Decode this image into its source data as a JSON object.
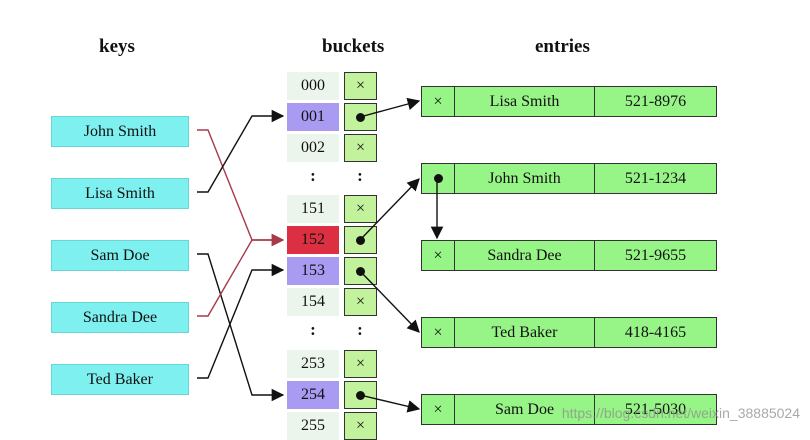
{
  "headings": {
    "keys": "keys",
    "buckets": "buckets",
    "entries": "entries"
  },
  "keys": [
    "John Smith",
    "Lisa Smith",
    "Sam Doe",
    "Sandra Dee",
    "Ted Baker"
  ],
  "buckets": {
    "group1": [
      {
        "index": "000",
        "slot": "×"
      },
      {
        "index": "001",
        "slot": "●"
      },
      {
        "index": "002",
        "slot": "×"
      }
    ],
    "group2": [
      {
        "index": "151",
        "slot": "×"
      },
      {
        "index": "152",
        "slot": "●"
      },
      {
        "index": "153",
        "slot": "●"
      },
      {
        "index": "154",
        "slot": "×"
      }
    ],
    "group3": [
      {
        "index": "253",
        "slot": "×"
      },
      {
        "index": "254",
        "slot": "●"
      },
      {
        "index": "255",
        "slot": "×"
      }
    ],
    "ellipsis": ":",
    "highlight_colors": {
      "purple": "#a99af2",
      "red": "#dc3042"
    }
  },
  "entries": [
    {
      "ptr": "×",
      "name": "Lisa Smith",
      "number": "521-8976"
    },
    {
      "ptr": "●",
      "name": "John Smith",
      "number": "521-1234"
    },
    {
      "ptr": "×",
      "name": "Sandra Dee",
      "number": "521-9655"
    },
    {
      "ptr": "×",
      "name": "Ted Baker",
      "number": "418-4165"
    },
    {
      "ptr": "×",
      "name": "Sam Doe",
      "number": "521-5030"
    }
  ],
  "colors": {
    "key_fill": "#7ff0f0",
    "bucket_slot_fill": "#c2f29c",
    "entry_fill": "#97f587",
    "collision_line": "#a83a4a",
    "line": "#111111"
  },
  "watermark": "https://blog.csdn.net/weixin_38885024"
}
